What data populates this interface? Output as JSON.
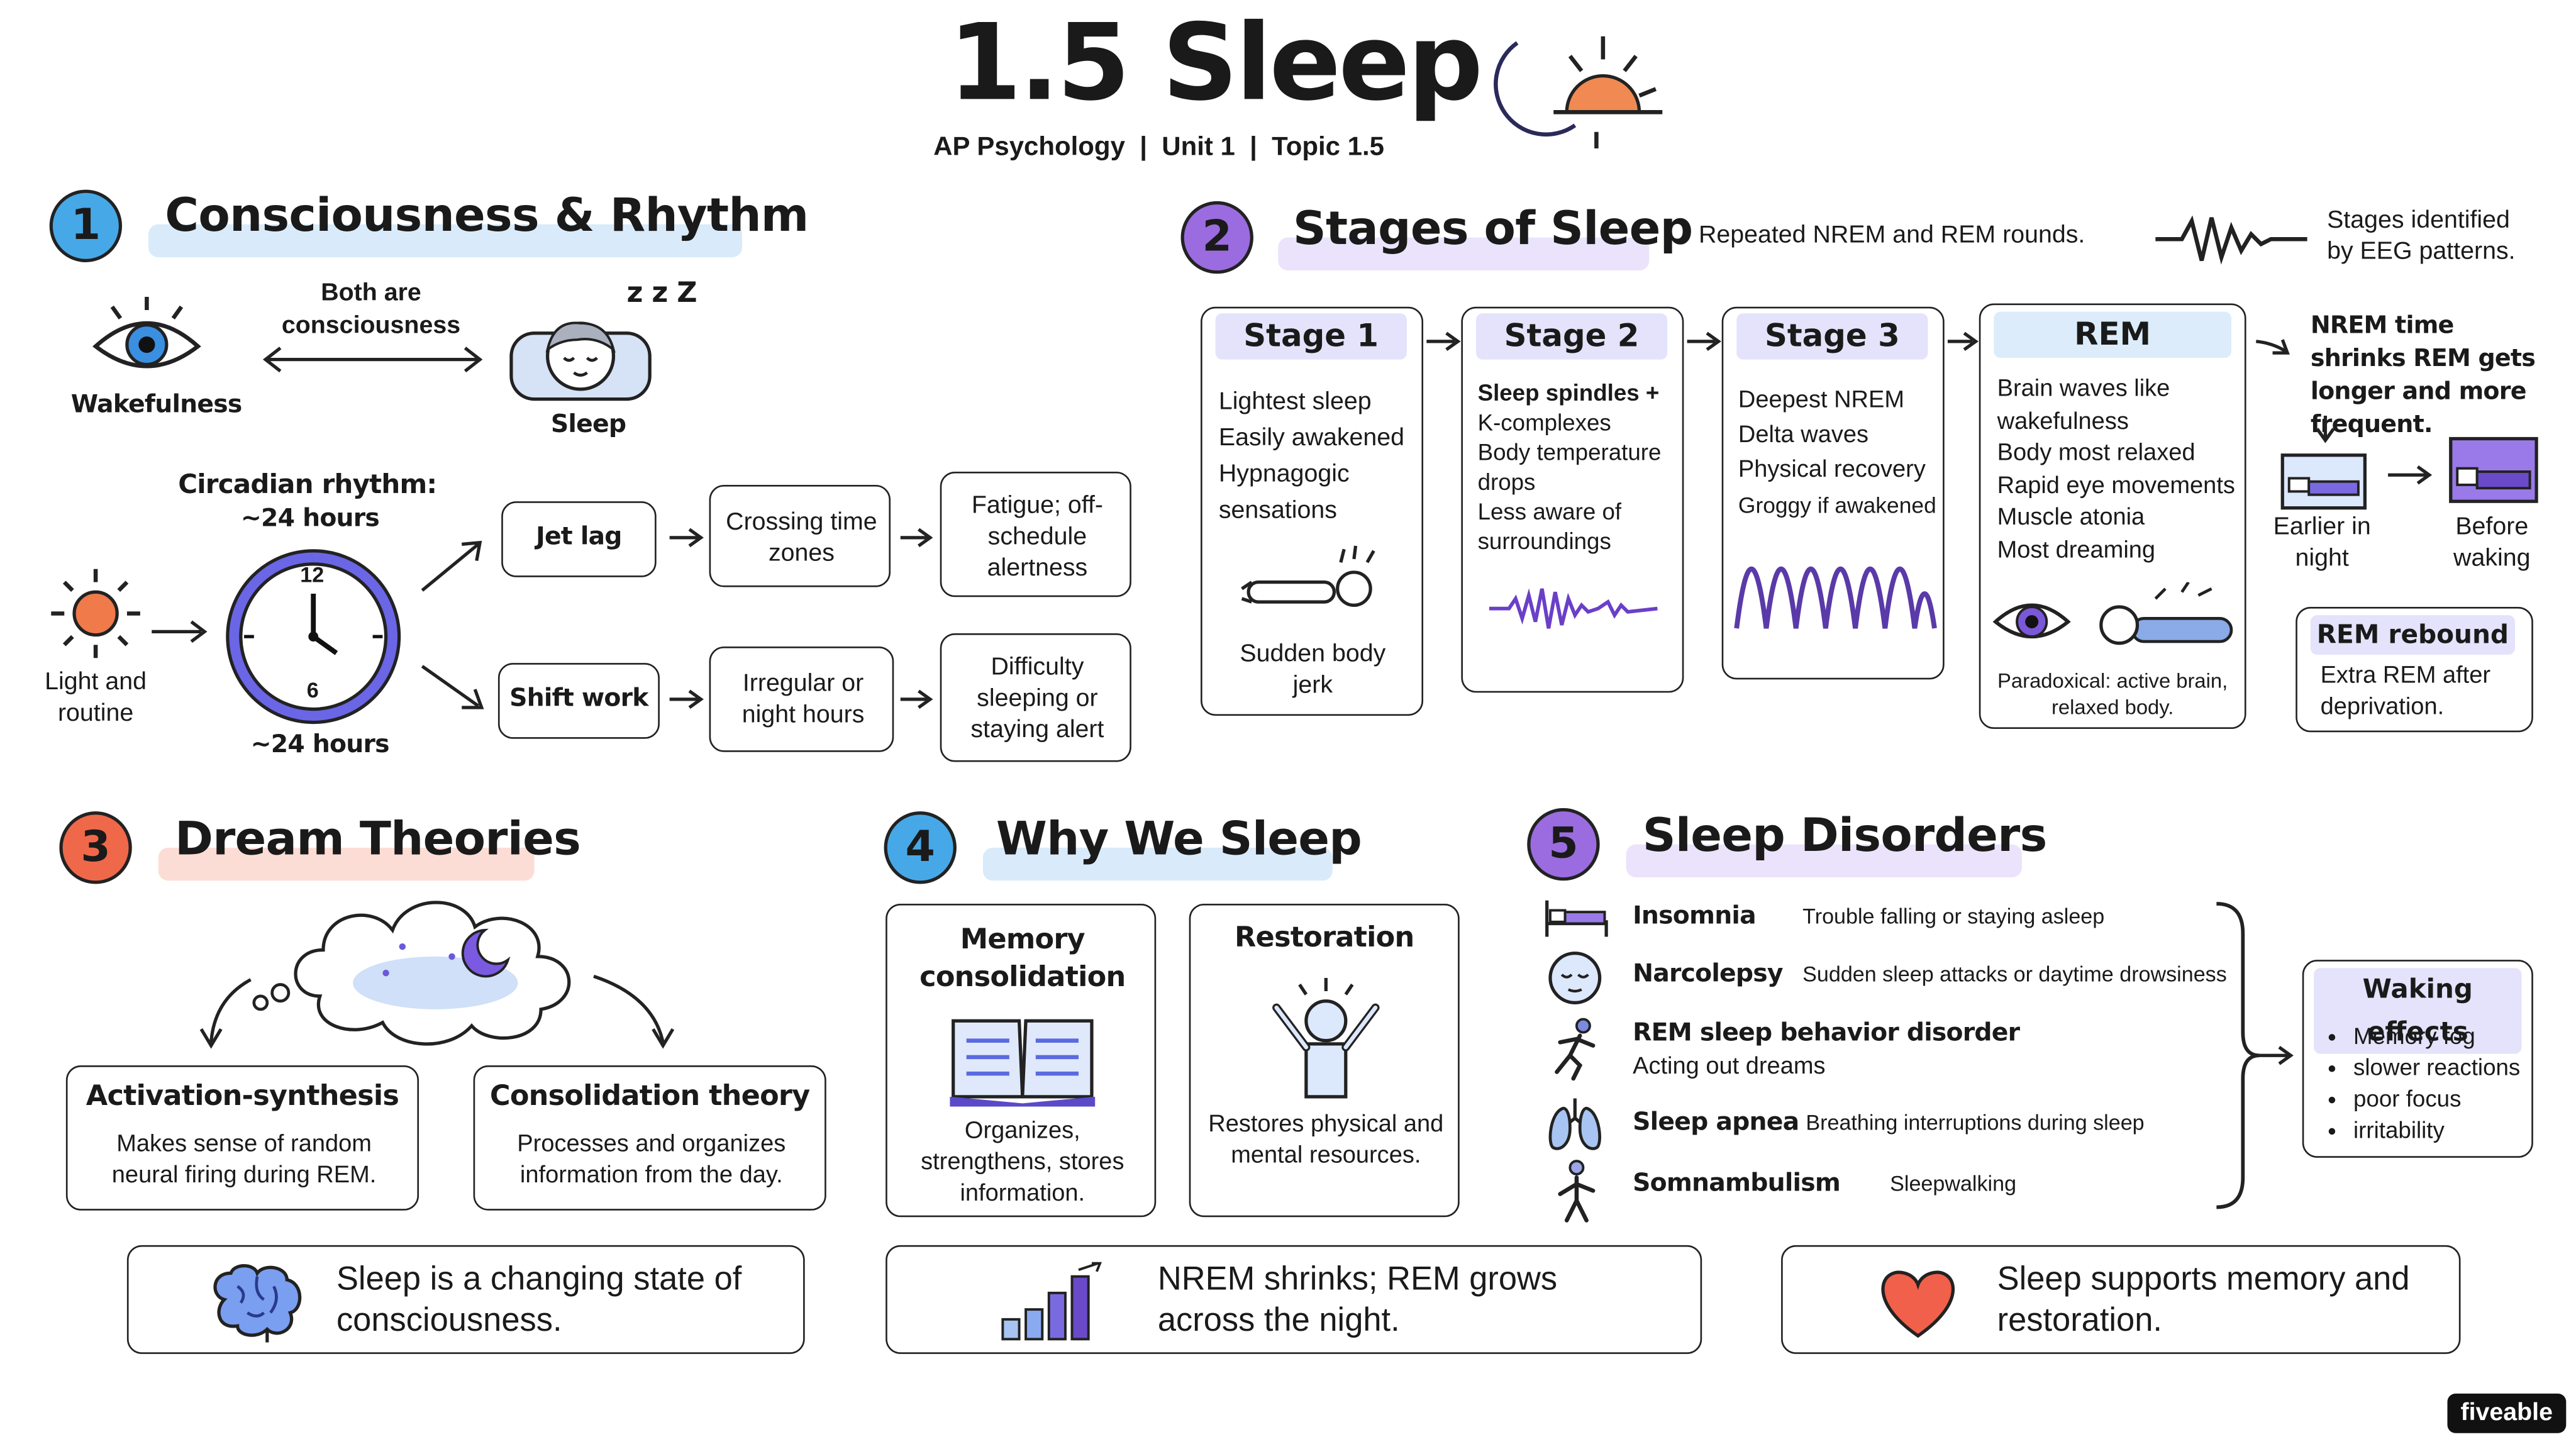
{
  "header": {
    "title": "1.5 Sleep",
    "subtitle": "AP Psychology  |  Unit 1  |  Topic 1.5"
  },
  "s1": {
    "num": "1",
    "title": "Consciousness & Rhythm",
    "wake": "Wakefulness",
    "both": "Both are consciousness",
    "zzz": "z z Z",
    "sleep": "Sleep",
    "circ": "Circadian rhythm:",
    "circ24": "~24 hours",
    "c12": "12",
    "c6": "6",
    "below24": "~24 hours",
    "light": "Light and routine",
    "jetlag": "Jet lag",
    "crossing": "Crossing time zones",
    "fatigue": "Fatigue; off-schedule alertness",
    "shift": "Shift work",
    "irregular": "Irregular or night hours",
    "difficulty": "Difficulty sleeping or staying alert"
  },
  "s2": {
    "num": "2",
    "title": "Stages of Sleep",
    "note": "Repeated NREM and REM rounds.",
    "eeg": "Stages identified by EEG patterns.",
    "stage1": {
      "title": "Stage 1",
      "lines": [
        "Lightest sleep",
        "Easily awakened",
        "Hypnagogic",
        "sensations"
      ],
      "cap": "Sudden body jerk"
    },
    "stage2": {
      "title": "Stage 2",
      "lines": [
        "Sleep spindles +",
        "K-complexes",
        "Body temperature",
        "drops",
        "Less aware of",
        "surroundings"
      ]
    },
    "stage3": {
      "title": "Stage 3",
      "lines": [
        "Deepest NREM",
        "Delta waves",
        "Physical recovery",
        "Groggy if awakened"
      ]
    },
    "rem": {
      "title": "REM",
      "lines": [
        "Brain waves like",
        "wakefulness",
        "Body most relaxed",
        "Rapid eye movements",
        "Muscle atonia",
        "Most dreaming"
      ],
      "cap": "Paradoxical: active brain, relaxed body."
    },
    "shrink": "NREM time shrinks REM gets longer and more frequent.",
    "earlier": "Earlier in night",
    "before": "Before waking",
    "rebound_title": "REM rebound",
    "rebound_text": "Extra REM after deprivation."
  },
  "s3": {
    "num": "3",
    "title": "Dream Theories",
    "act_title": "Activation-synthesis",
    "act_text": "Makes sense of random neural firing during REM.",
    "cons_title": "Consolidation theory",
    "cons_text": "Processes and organizes information from the day."
  },
  "s4": {
    "num": "4",
    "title": "Why We Sleep",
    "mem_title": "Memory consolidation",
    "mem_text": "Organizes, strengthens, stores information.",
    "rest_title": "Restoration",
    "rest_text": "Restores physical and mental resources."
  },
  "s5": {
    "num": "5",
    "title": "Sleep Disorders",
    "disorders": [
      {
        "name": "Insomnia",
        "desc": "Trouble falling or staying asleep",
        "icon": "bed-icon"
      },
      {
        "name": "Narcolepsy",
        "desc": "Sudden sleep attacks or daytime drowsiness",
        "icon": "sleepy-face-icon"
      },
      {
        "name": "REM sleep behavior disorder",
        "desc": "Acting out dreams",
        "icon": "running-person-icon"
      },
      {
        "name": "Sleep apnea",
        "desc": "Breathing interruptions during sleep",
        "icon": "lungs-icon"
      },
      {
        "name": "Somnambulism",
        "desc": "Sleepwalking",
        "icon": "walking-person-icon"
      }
    ],
    "waking_title": "Waking effects",
    "waking": [
      "Memory fog",
      "slower reactions",
      "poor focus",
      "irritability"
    ]
  },
  "bottom": {
    "b1": "Sleep is a changing state of consciousness.",
    "b2": "NREM shrinks; REM grows across the night.",
    "b3": "Sleep supports memory and restoration."
  },
  "brand": "fiveable",
  "colors": {
    "blue": "#47a8e8",
    "purple": "#9b6cdf",
    "orange": "#f0684a",
    "blue_hl": "#cfe6f9",
    "purple_hl": "#e6dcfa",
    "orange_hl": "#fbd5cb"
  }
}
